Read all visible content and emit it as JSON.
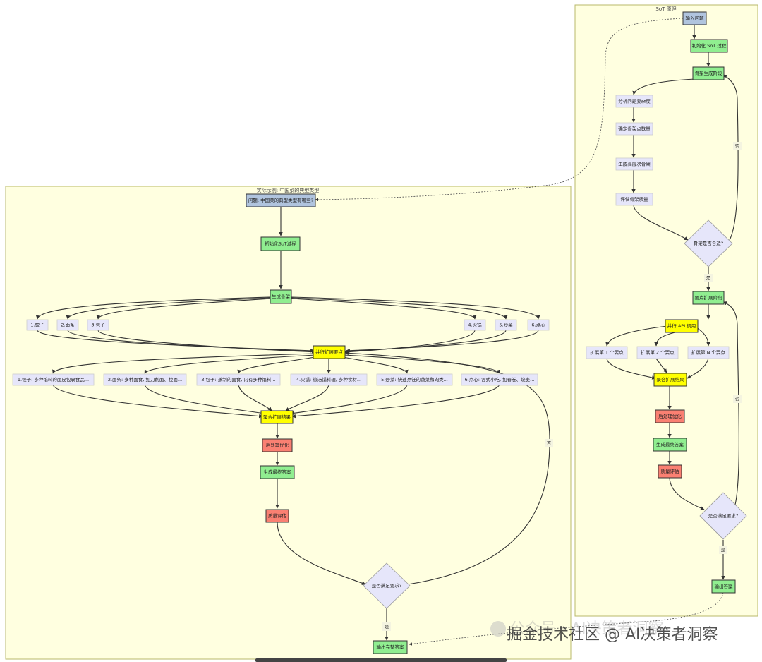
{
  "clusters": {
    "left_title": "实际示例: 中国菜的典型类型",
    "right_title": "SoT 原理"
  },
  "nodes": {
    "q": "问题: 中国菜的典型类型有哪些?",
    "init_left": "初始化SoT过程",
    "gen_skeleton": "生成骨架",
    "s1": "1.饺子",
    "s2": "2.面条",
    "s3": "3.包子",
    "s4": "4.火锅",
    "s5": "5.炒菜",
    "s6": "6.点心",
    "expand_left": "并行扩展要点",
    "e1": "1.饺子: 多种馅料的面皮包裹食品...",
    "e2": "2.面条: 多种面食, 如刀削面、拉面...",
    "e3": "3.包子: 蒸制的面食, 内有多种馅料...",
    "e4": "4.火锅: 热汤锅料理, 多种食材...",
    "e5": "5.炒菜: 快速烹饪的蔬菜和肉类...",
    "e6": "6.点心: 各式小吃, 如春卷、烧麦...",
    "merge_left": "聚合扩展结果",
    "post_left": "后处理优化",
    "final_left": "生成最终答案",
    "quality_left": "质量评估",
    "check_left": "是否满足要求?",
    "output_left": "输出完整答案",
    "input": "输入问题",
    "init_right": "初始化 SoT 过程",
    "skeleton_stage": "骨架生成阶段",
    "analyze": "分析问题复杂度",
    "count": "确定骨架点数量",
    "gen_high": "生成高层次骨架",
    "eval_skel": "评估骨架质量",
    "skel_ok": "骨架是否合适?",
    "point_expand": "要点扩展阶段",
    "parallel_api": "并行 API 调用",
    "x1": "扩展第 1 个要点",
    "x2": "扩展第 2 个要点",
    "xn": "扩展第 N 个要点",
    "merge_right": "聚合扩展结果",
    "post_right": "后处理优化",
    "final_right": "生成最终答案",
    "quality_right": "质量评估",
    "check_right": "是否满足要求?",
    "output_right": "输出答案"
  },
  "edge_labels": {
    "yes": "是",
    "no": "否"
  },
  "colors": {
    "green": "#90ee90",
    "yellow": "#ffff00",
    "salmon": "#fa8072",
    "gray_blue": "#b0c4de",
    "lavender": "#e6e6fa",
    "cluster": "#ffffe0"
  },
  "watermark": {
    "text": "掘金技术社区 @ AI决策者洞察",
    "text_behind": "公众号 · AI决策者洞察"
  }
}
